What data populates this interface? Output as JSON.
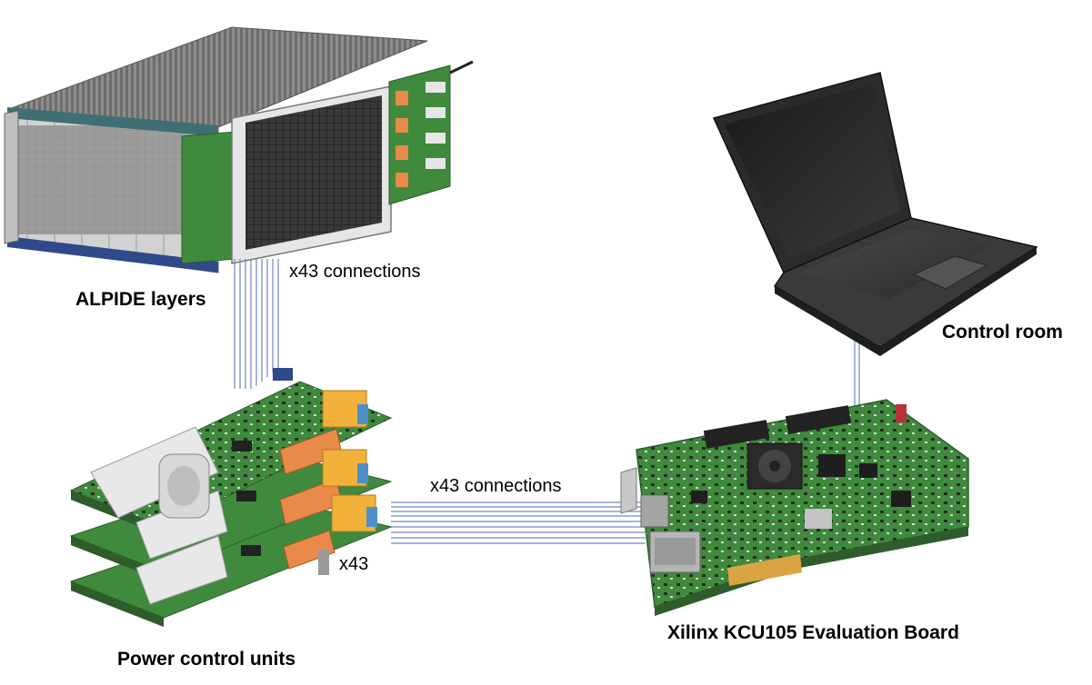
{
  "labels": {
    "alpide_layers": "ALPIDE layers",
    "connections_top": "x43 connections",
    "control_room": "Control room",
    "connections_middle": "x43 connections",
    "x43_short": "x43",
    "power_control_units": "Power control units",
    "kcu105_board": "Xilinx KCU105 Evaluation Board"
  },
  "colors": {
    "cable": "#6f86c6",
    "background": "#ffffff",
    "pcb_green": "#3f8a3c",
    "connector_orange": "#e9894a",
    "connector_yellow": "#f2b13a",
    "detector_frame": "#b8b8b8",
    "laptop_body": "#2b2b2b"
  }
}
